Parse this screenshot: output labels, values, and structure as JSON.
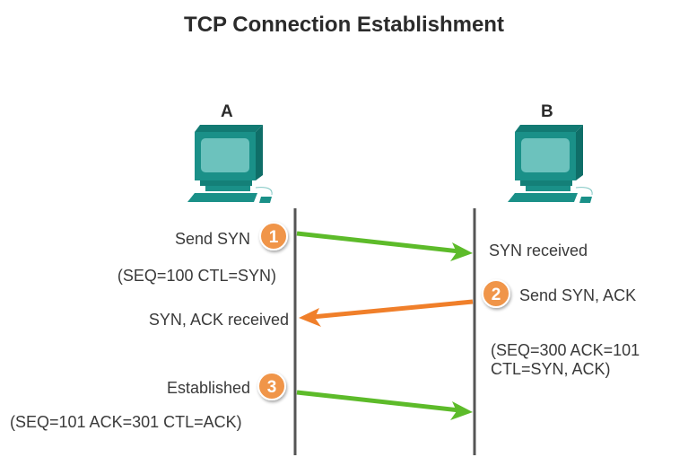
{
  "title": "TCP Connection Establishment",
  "hosts": [
    {
      "id": "A",
      "label": "A"
    },
    {
      "id": "B",
      "label": "B"
    }
  ],
  "steps": [
    {
      "number": "1",
      "label": "Send SYN",
      "detail": "(SEQ=100 CTL=SYN)",
      "direction": "A-to-B",
      "arrow_color": "#5dbb2a",
      "receiver_label": "SYN received"
    },
    {
      "number": "2",
      "label": "Send SYN, ACK",
      "detail_line1": "(SEQ=300 ACK=101",
      "detail_line2": "CTL=SYN, ACK)",
      "direction": "B-to-A",
      "arrow_color": "#f07f2a",
      "receiver_label": "SYN, ACK received"
    },
    {
      "number": "3",
      "label": "Established",
      "detail": "(SEQ=101 ACK=301 CTL=ACK)",
      "direction": "A-to-B",
      "arrow_color": "#5dbb2a"
    }
  ],
  "colors": {
    "badge": "#f0954a",
    "computer": "#1a9088",
    "screen": "#6cc2bd",
    "timeline": "#555555"
  }
}
